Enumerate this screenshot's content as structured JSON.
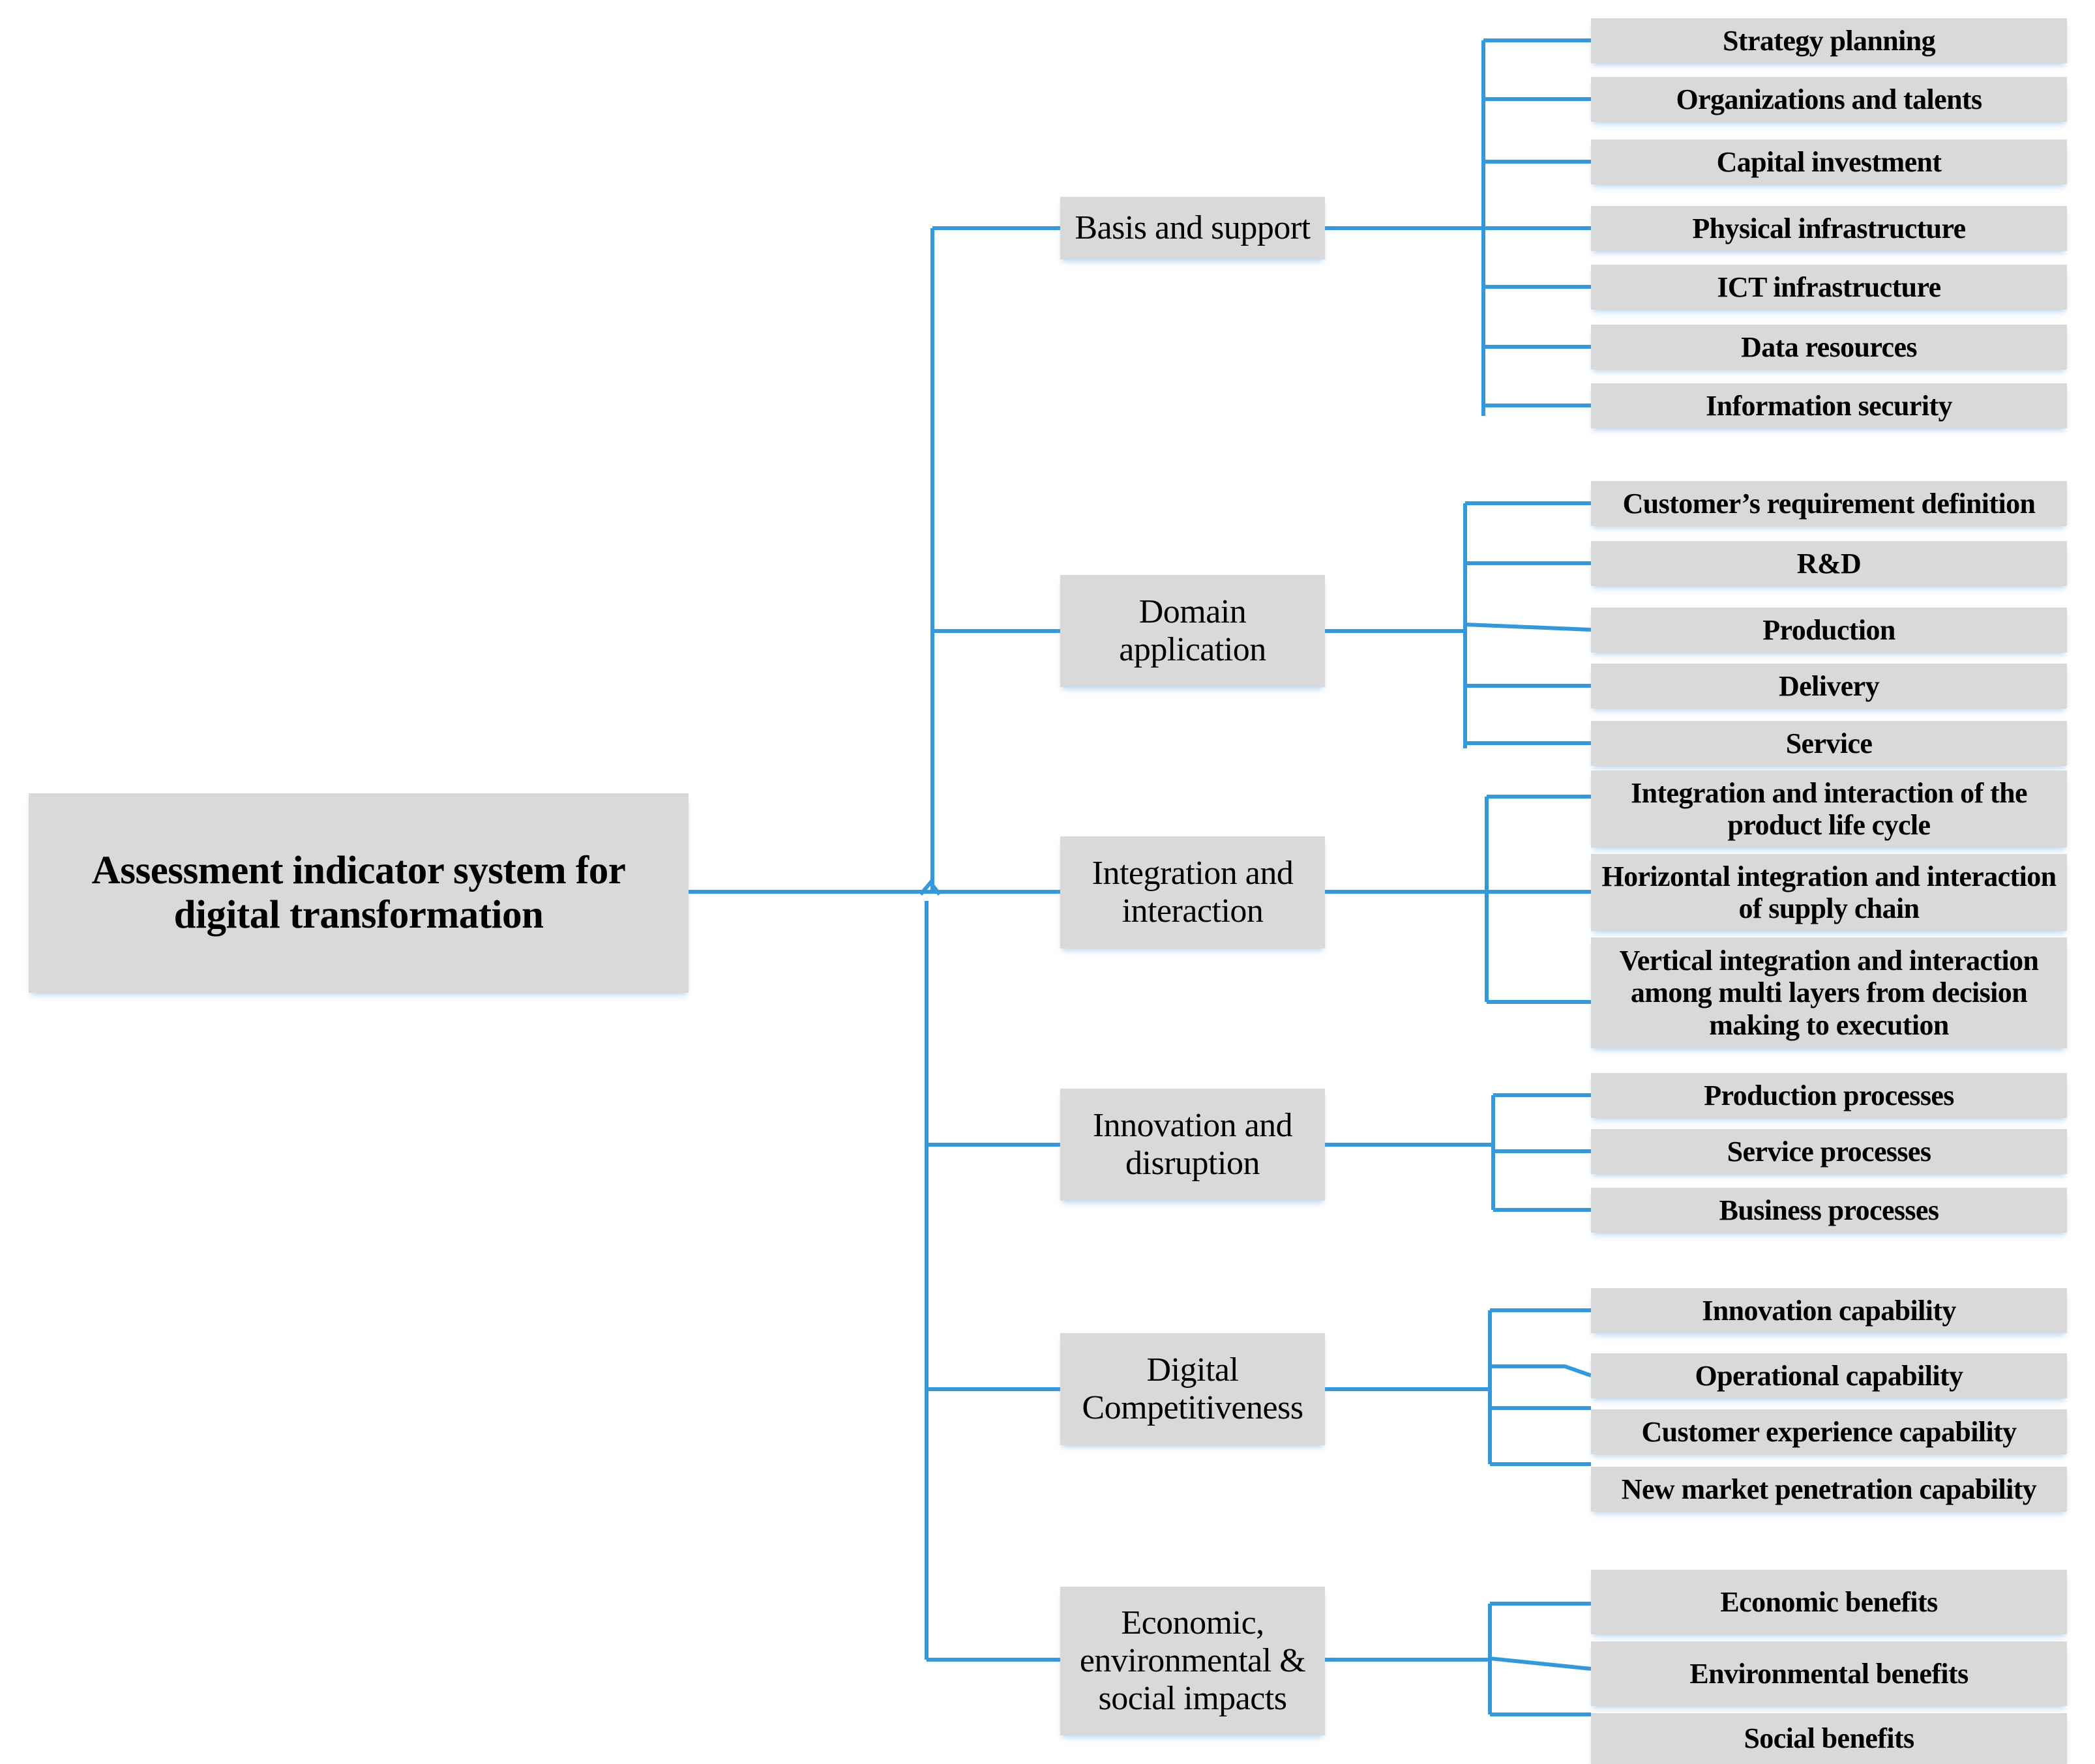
{
  "diagram": {
    "type": "hierarchy-tree",
    "title": "Assessment indicator system for digital transformation",
    "accent_color": "#3399dd",
    "node_fill": "#d9d9d9",
    "text_color": "#000000",
    "background": "#ffffff",
    "root": {
      "label": "Assessment indicator system for digital transformation"
    },
    "branches": [
      {
        "label": "Basis and support",
        "children": [
          {
            "label": "Strategy planning"
          },
          {
            "label": "Organizations and talents"
          },
          {
            "label": "Capital investment"
          },
          {
            "label": "Physical infrastructure"
          },
          {
            "label": "ICT infrastructure"
          },
          {
            "label": "Data resources"
          },
          {
            "label": "Information security"
          }
        ]
      },
      {
        "label": "Domain application",
        "children": [
          {
            "label": "Customer’s requirement definition"
          },
          {
            "label": "R&D"
          },
          {
            "label": "Production"
          },
          {
            "label": "Delivery"
          },
          {
            "label": "Service"
          }
        ]
      },
      {
        "label": "Integration and interaction",
        "children": [
          {
            "label": "Integration and interaction of the product life cycle"
          },
          {
            "label": "Horizontal integration and interaction of supply chain"
          },
          {
            "label": "Vertical integration and interaction among multi layers from decision making to execution"
          }
        ]
      },
      {
        "label": "Innovation and disruption",
        "children": [
          {
            "label": "Production processes"
          },
          {
            "label": "Service processes"
          },
          {
            "label": "Business processes"
          }
        ]
      },
      {
        "label": "Digital Competitiveness",
        "children": [
          {
            "label": "Innovation capability"
          },
          {
            "label": "Operational capability"
          },
          {
            "label": "Customer experience capability"
          },
          {
            "label": "New market penetration capability"
          }
        ]
      },
      {
        "label": "Economic, environmental & social impacts",
        "children": [
          {
            "label": "Economic benefits"
          },
          {
            "label": "Environmental benefits"
          },
          {
            "label": "Social benefits"
          }
        ]
      }
    ]
  }
}
